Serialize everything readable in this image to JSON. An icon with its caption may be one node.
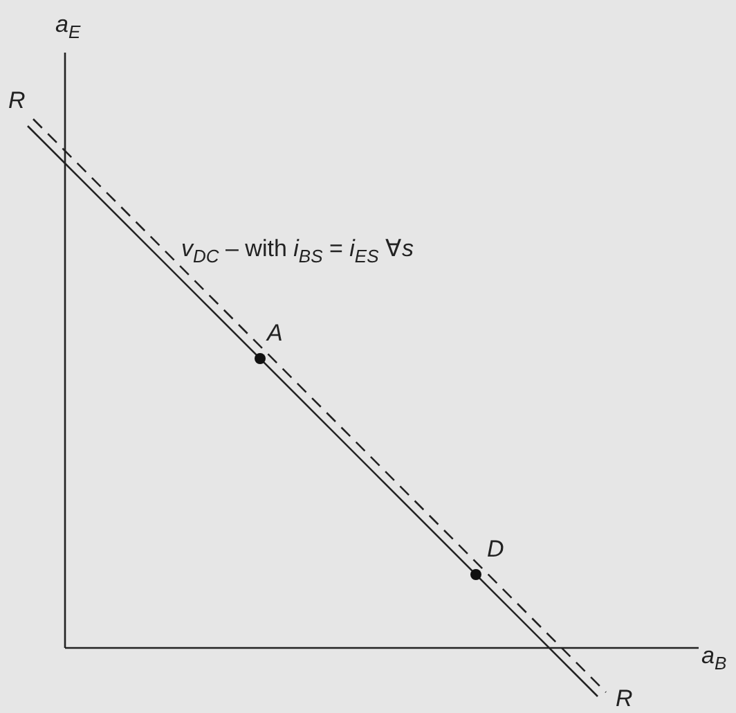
{
  "diagram": {
    "labels": [
      "a$_{E}$",
      "R",
      "v$_{DC}$ – with *i*$_{BS}$ = *i*$_{ES}$ ∀*s*",
      "A",
      "D",
      "a$_{B}$",
      "R"
    ]
  }
}
